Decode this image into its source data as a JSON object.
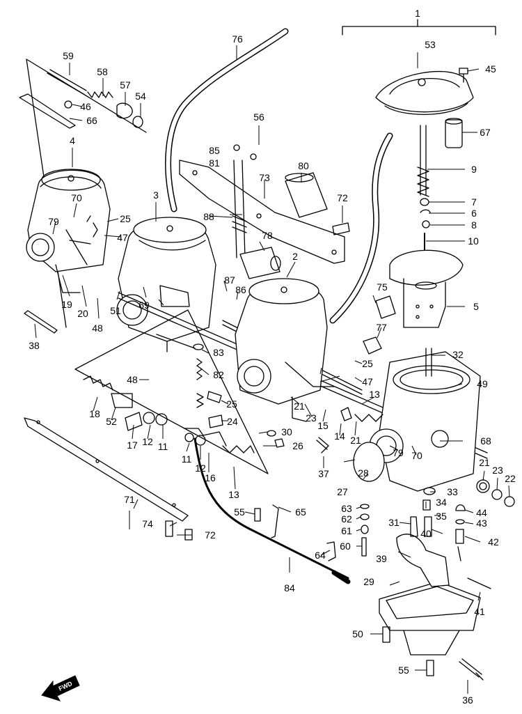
{
  "diagram": {
    "direction_label": "FWD",
    "callouts": [
      "1",
      "53",
      "45",
      "76",
      "59",
      "58",
      "57",
      "54",
      "46",
      "66",
      "56",
      "85",
      "81",
      "67",
      "9",
      "7",
      "6",
      "8",
      "10",
      "80",
      "73",
      "72",
      "4",
      "3",
      "70",
      "25",
      "47",
      "79",
      "88",
      "78",
      "2",
      "5",
      "75",
      "19",
      "20",
      "48",
      "51",
      "69",
      "87",
      "86",
      "77",
      "32",
      "49",
      "38",
      "83",
      "82",
      "48",
      "25",
      "47",
      "21",
      "23",
      "15",
      "13",
      "18",
      "52",
      "17",
      "12",
      "11",
      "25",
      "24",
      "30",
      "26",
      "14",
      "21",
      "68",
      "79",
      "70",
      "11",
      "12",
      "16",
      "13",
      "37",
      "21",
      "23",
      "22",
      "28",
      "27",
      "33",
      "34",
      "63",
      "62",
      "61",
      "60",
      "35",
      "44",
      "43",
      "42",
      "31",
      "40",
      "71",
      "55",
      "65",
      "74",
      "72",
      "64",
      "39",
      "84",
      "29",
      "41",
      "50",
      "55",
      "36"
    ],
    "colors": {
      "ink": "#000000",
      "paper": "#ffffff"
    }
  }
}
